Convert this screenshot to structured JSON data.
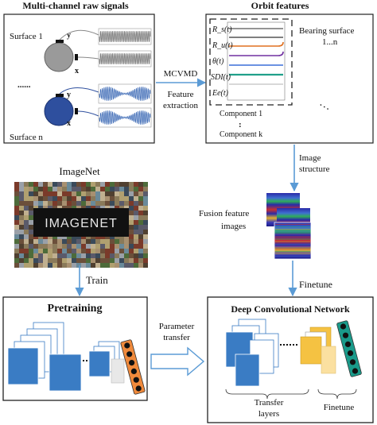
{
  "titles": {
    "raw_signals": "Multi-channel raw signals",
    "orbit_features": "Orbit features",
    "imagenet": "ImageNet"
  },
  "surfaces": {
    "surface1": "Surface 1",
    "surface_n": "Surface n",
    "dots": "......",
    "axis_y": "y",
    "axis_x": "x"
  },
  "orbit": {
    "labels": [
      "R_s(t)",
      "R_u(t)",
      "θ(t)",
      "SDI(t)",
      "Ee(t)"
    ],
    "bearing_line1": "Bearing surface",
    "bearing_line2": "1...n",
    "component1": "Component 1",
    "vdots": ":",
    "componentk": "Component k",
    "dots_diag": ". . ."
  },
  "arrows": {
    "mcvmd": "MCVMD",
    "feature": "Feature",
    "extraction": "extraction",
    "image": "Image",
    "structure": "structure",
    "train": "Train",
    "finetune": "Finetune",
    "param1": "Parameter",
    "param2": "transfer"
  },
  "fusion": {
    "line1": "Fusion feature",
    "line2": "images"
  },
  "imagenet_logo": "IMAGENET",
  "pretraining": "Pretraining",
  "dcn": {
    "title": "Deep Convolutional Network",
    "transfer1": "Transfer",
    "transfer2": "layers",
    "finetune": "Finetune"
  },
  "colors": {
    "blue_arrow": "#5b9bd5",
    "conv_blue": "#3a7cc4",
    "conv_yellow": "#f5c242",
    "fc_orange": "#f08a3c"
  }
}
